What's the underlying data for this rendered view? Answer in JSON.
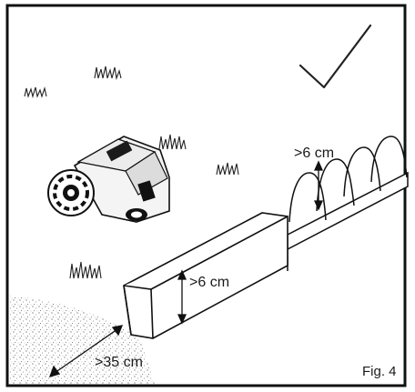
{
  "figure": {
    "caption": "Fig. 4",
    "labels": {
      "arch_height": ">6 cm",
      "edge_height": ">6 cm",
      "gravel_distance": ">35 cm"
    },
    "icons": [
      "checkmark-icon",
      "robot-mower-icon",
      "grass-tuft-icon"
    ]
  }
}
